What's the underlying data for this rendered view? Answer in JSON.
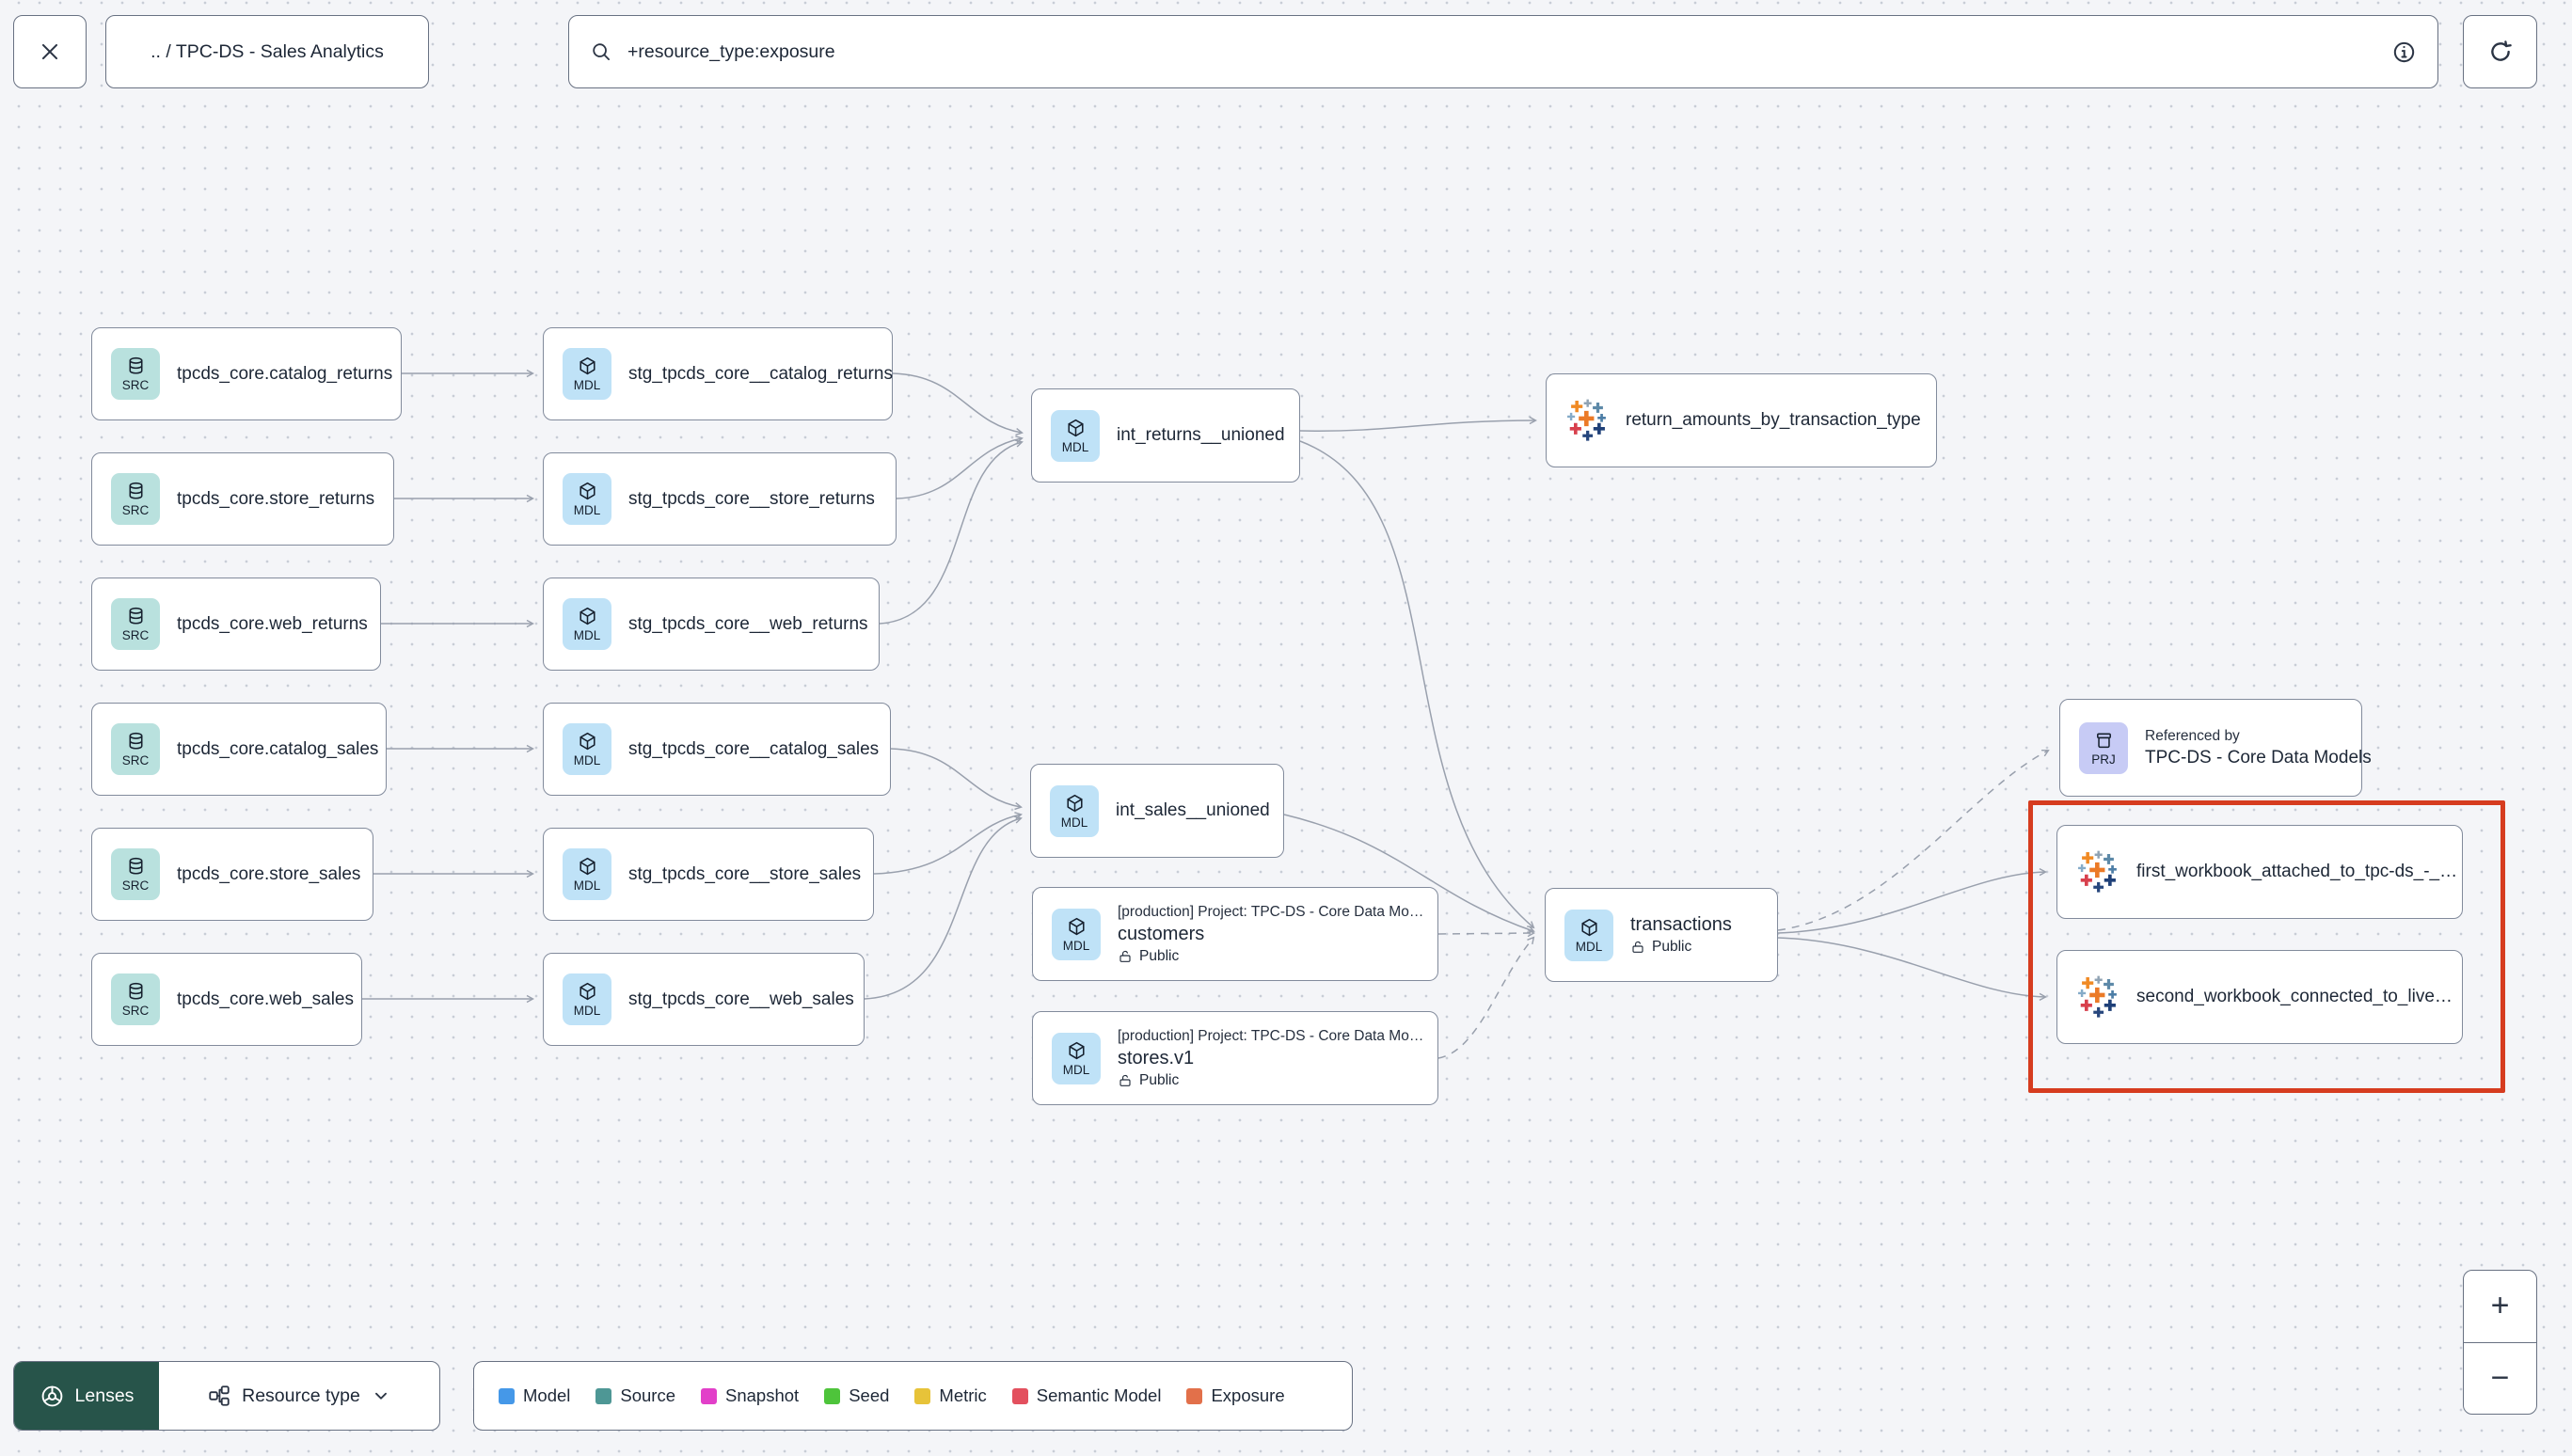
{
  "header": {
    "breadcrumb": ".. / TPC-DS - Sales Analytics",
    "search": {
      "value": "+resource_type:exposure"
    }
  },
  "chips": {
    "source": "SRC",
    "model": "MDL",
    "project": "PRJ"
  },
  "nodes": {
    "sources": [
      {
        "label": "tpcds_core.catalog_returns"
      },
      {
        "label": "tpcds_core.store_returns"
      },
      {
        "label": "tpcds_core.web_returns"
      },
      {
        "label": "tpcds_core.catalog_sales"
      },
      {
        "label": "tpcds_core.store_sales"
      },
      {
        "label": "tpcds_core.web_sales"
      }
    ],
    "staging_models": [
      {
        "label": "stg_tpcds_core__catalog_returns"
      },
      {
        "label": "stg_tpcds_core__store_returns"
      },
      {
        "label": "stg_tpcds_core__web_returns"
      },
      {
        "label": "stg_tpcds_core__catalog_sales"
      },
      {
        "label": "stg_tpcds_core__store_sales"
      },
      {
        "label": "stg_tpcds_core__web_sales"
      }
    ],
    "intermediate_models": [
      {
        "label": "int_returns__unioned"
      },
      {
        "label": "int_sales__unioned"
      }
    ],
    "upstream_project_models": [
      {
        "project": "[production] Project: TPC-DS - Core Data Mo…",
        "label": "customers",
        "access": "Public"
      },
      {
        "project": "[production] Project: TPC-DS - Core Data Mo…",
        "label": "stores.v1",
        "access": "Public"
      }
    ],
    "transactions_model": {
      "label": "transactions",
      "access": "Public"
    },
    "exposure_return_amounts": {
      "label": "return_amounts_by_transaction_type"
    },
    "referenced_by": {
      "title": "Referenced by",
      "label": "TPC-DS - Core Data Models"
    },
    "highlighted_exposures": [
      {
        "label": "first_workbook_attached_to_tpc-ds_-_…"
      },
      {
        "label": "second_workbook_connected_to_live…"
      }
    ]
  },
  "legend": {
    "items": [
      {
        "label": "Model",
        "color": "#4598e8"
      },
      {
        "label": "Source",
        "color": "#4e9795"
      },
      {
        "label": "Snapshot",
        "color": "#e23fc9"
      },
      {
        "label": "Seed",
        "color": "#4ec43b"
      },
      {
        "label": "Metric",
        "color": "#e7c339"
      },
      {
        "label": "Semantic Model",
        "color": "#e3505e"
      },
      {
        "label": "Exposure",
        "color": "#e2704a"
      }
    ]
  },
  "footer": {
    "lenses": "Lenses",
    "resource_type": "Resource type"
  },
  "zoom_controls": {
    "zoom_in": "+",
    "zoom_out": "−"
  },
  "colors": {
    "highlight": "#d63c1f",
    "source_chip": "#b9e1de",
    "model_chip": "#bfe2f7",
    "project_chip": "#c7cbf5"
  }
}
